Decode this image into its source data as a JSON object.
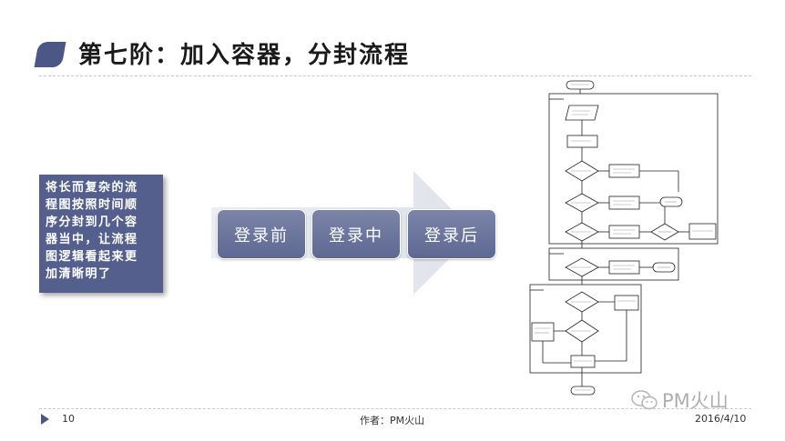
{
  "title": "第七阶：加入容器，分封流程",
  "note": {
    "lines": [
      "将长而复杂的流",
      "程图按照时间顺",
      "序分封到几个容",
      "器当中，让流程",
      "图逻辑看起来更",
      "加清晰明了"
    ]
  },
  "stages": [
    "登录前",
    "登录中",
    "登录后"
  ],
  "footer": {
    "page": "10",
    "author": "作者：PM火山",
    "date": "2016/4/10"
  },
  "watermark": "PM火山",
  "colors": {
    "accent": "#4d5785",
    "box": "#555f8d"
  }
}
